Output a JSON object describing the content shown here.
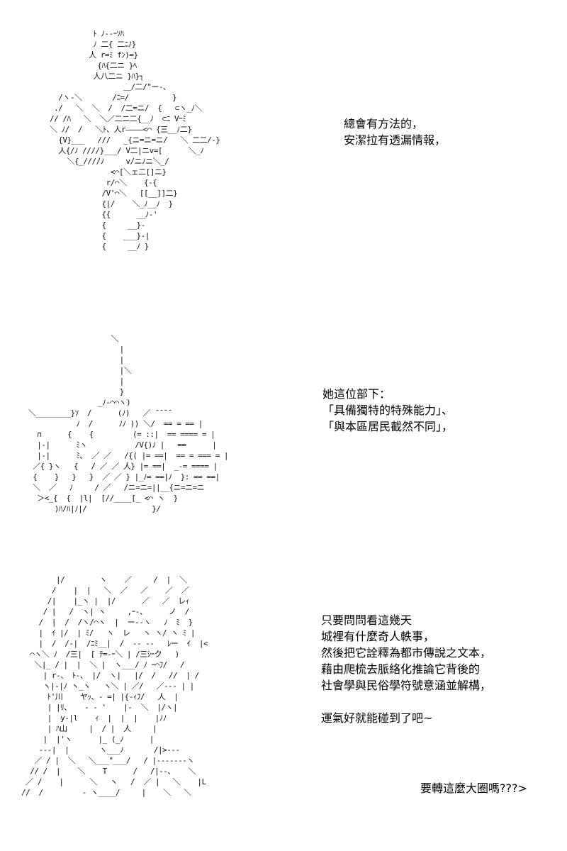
{
  "panels": [
    {
      "art": "          ﾄ ﾉ--ｰｿﾊ\n          ﾉ 二{ 二ﾆﾉ}\n         人 r=ﾐ fﾝ)=}\n           {ﾊ{二ニ }ﾍ\n          人八二ニ }ﾊ}┐\n                 ＿/二/\"ー‐､\n  /ヽ-＼       /ﾆ=/          }\n ./   ＼  ＼  /  /二=ニ/  {   ⊂ヽ_ﾉ＼\n// /ﾊ   ＼  ＼／二ニ二{__ﾉ  ⊂ﾆ Vｰﾐ\n＼ ﾉ/  /   ＼ﾄ、人r――――<⌒ {三__ﾉ二}\n  {V}___   ///   _{ニ=ニ=ニ/   ＼ 二二/-}\n  人{/ﾉ ////}___/ V二|ニv=[      ＼_ﾉ\n    ＼{_////ﾉ     v/ニﾉニ＼_/\n              <⌒[＼ェ二[]ニ}\n             r/⌒＼    {-{\n            /V'⌒＼   [[__]]二}\n            {|/    ＼_ﾉ__ﾉ  }\n            {{      __ﾉ‐'\n            {     __}-\n            {    ___}-|\n            {     __ﾉ }",
      "lines": [
        "總會有方法的，",
        "安潔拉有透漏情報，"
      ]
    },
    {
      "art": "                   ＼\n                     |\n                     |\n                     |＼\n                     |\n                     }\n                _ﾉ‐⌒⌒ヽ)\n＼________}ｿ  /      (ﾉ)   ／ ̄ ̄ ̄ ̄\n           ﾉ  /      ﾉﾉ )) ＼/  == = == |\n  ∩      {    {         (= ::|  == ==== = |\n  |-|      ﾐヽ           /V{)ﾉ |   ==      |\n  |-|      ﾐ､  ／ ／   /{( |= ==|  == = === = |\n ／{ }ヽ   {   / ／ ／ 人} |= ==|  _‐= ==== |\n {    }   }   }  ／ ／ } |_ﾉ= ==|ﾉ  }: == ==|\n ＼  ／   ﾉ     / ／   /ニ=ニ=||__{ニ=ニ=ニ\n  ＞<_{  {  |l|  [//____[_ <⌒ ヽ  }\n      )ﾊ/ﾊ|ﾉ|/               }/",
      "lines": [
        "她這位部下：",
        "「具備獨特的特殊能力」、",
        "「與本區居民截然不同」，"
      ]
    },
    {
      "art": "        |/        ヽ    ／     /  |  ＼\n       /    |  |   ＼  ／   ／    ／  ／\n      /|    |_ヽ |  |/      ／   ／  レｨ\n     / |   /  ヽ| ヽ     ,ｰ‐、     ノ  /\n    /  |  /  /ヽ/⌒ヽ  |  ー-‐ヽ   ﾉ  ﾐ  }\n    |  ｲ |/  | ﾐ/   ヽ  レ   ヽ ヽ/ ヽ ﾐ |\n    |  /  /-|  /ﾆﾐ__|  /  -‐ ‐-   ﾚー  ｲ  |<\n  ⌒ヽ＼ ﾉ  /三|  [ ﾃ=-ｰ＼ | /三ｼｰク   )\n   ＼|_ / |  |  ＼ |  ヽ___/ ﾉ ｰ⌒ﾌ/   /\n     | r-、 ﾄ-、 |/  ヽ|   |/  /   //  | /\n     ヽ|-|ﾉ ヽ_ヽ   ヽ＼ | ／/   ／‐‐‐ | |\n      ﾄ'川    ヤｯ、‐ =| |{-ｨﾌ/   人  |\n      | |ﾘ、   ‐ ‐ '    |‐  ＼  |/ヽ|\n      |  y-|l    ｨ  |  |  |    |ﾉﾉ\n      | ﾊ山     |  / |  人     |\n     |  |'ヽ      |_ (_ﾉ      |\n    ---|  |       ヽ___ﾉ       /|>‐‐‐\n   ／ / |  ＼   ＼___\"___/   / |‐‐‐‐‐‐‐ヽ\n  // /  |    ＼    T      /   /|‐‐、   ＼\n ／ /    |      ＼   ヽ   /  ／ |   ＼    |L\n//  /         ‐ ヽ____/     |    ＼   ＼",
      "lines": [
        "只要問問看這幾天",
        "城裡有什麼奇人軼事，",
        "然後把它詮釋為都市傳說之文本，",
        "藉由爬梳去脈絡化推論它背後的",
        "社會學與民俗學符號意涵並解構，",
        "",
        "運氣好就能碰到了吧~"
      ],
      "closing": "要轉這麼大圈嗎???>"
    }
  ]
}
